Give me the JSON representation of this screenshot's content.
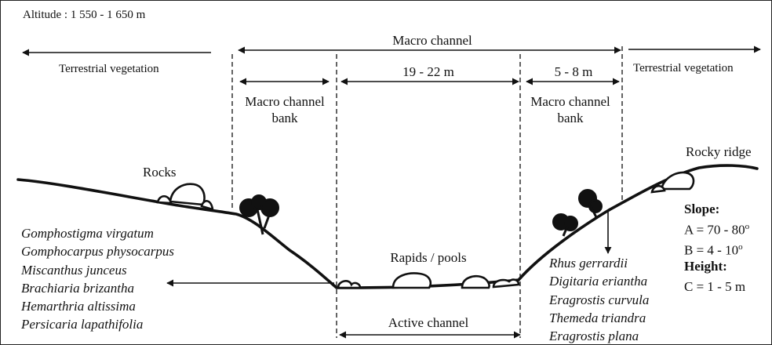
{
  "altitude": "Altitude : 1 550 - 1  650 m",
  "macro_channel": "Macro channel",
  "terrestrial_left": "Terrestrial vegetation",
  "terrestrial_right": "Terrestrial vegetation",
  "width_center": "19 - 22 m",
  "width_right_bank": "5 - 8 m",
  "bank_left": {
    "line1": "Macro channel",
    "line2": "bank"
  },
  "bank_right": {
    "line1": "Macro channel",
    "line2": "bank"
  },
  "rocks": "Rocks",
  "rocky_ridge": "Rocky ridge",
  "rapids_pools": "Rapids / pools",
  "active_channel": "Active channel",
  "species_left": [
    "Gomphostigma virgatum",
    "Gomphocarpus physocarpus",
    "Miscanthus junceus",
    "Brachiaria brizantha",
    "Hemarthria altissima",
    "Persicaria lapathifolia"
  ],
  "species_right": [
    "Rhus gerrardii",
    "Digitaria eriantha",
    "Eragrostis curvula",
    "Themeda triandra",
    "Eragrostis plana"
  ],
  "slope_title": "Slope:",
  "slope_a": {
    "text": "A  =  70 - 80",
    "sup": "o"
  },
  "slope_b": {
    "text": "B  =  4 - 10",
    "sup": "o"
  },
  "height_title": "Height:",
  "height_c": "C  =  1 - 5 m",
  "colors": {
    "ink": "#111111",
    "background": "#ffffff"
  }
}
